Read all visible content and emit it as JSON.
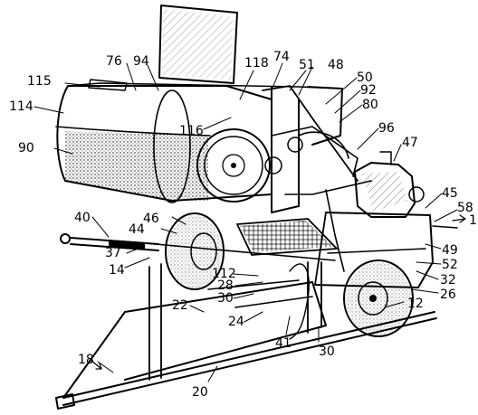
{
  "figure": {
    "labels": [
      {
        "id": "n115",
        "text": "115"
      },
      {
        "id": "n76",
        "text": "76"
      },
      {
        "id": "n94",
        "text": "94"
      },
      {
        "id": "n118",
        "text": "118"
      },
      {
        "id": "n74",
        "text": "74"
      },
      {
        "id": "n51",
        "text": "51"
      },
      {
        "id": "n48",
        "text": "48"
      },
      {
        "id": "n50",
        "text": "50"
      },
      {
        "id": "n92",
        "text": "92"
      },
      {
        "id": "n80",
        "text": "80"
      },
      {
        "id": "n114",
        "text": "114"
      },
      {
        "id": "n116",
        "text": "116"
      },
      {
        "id": "n96",
        "text": "96"
      },
      {
        "id": "n47",
        "text": "47"
      },
      {
        "id": "n90",
        "text": "90"
      },
      {
        "id": "n45",
        "text": "45"
      },
      {
        "id": "n58",
        "text": "58"
      },
      {
        "id": "n10",
        "text": "1"
      },
      {
        "id": "n40",
        "text": "40"
      },
      {
        "id": "n46",
        "text": "46"
      },
      {
        "id": "n44",
        "text": "44"
      },
      {
        "id": "n49",
        "text": "49"
      },
      {
        "id": "n52",
        "text": "52"
      },
      {
        "id": "n37",
        "text": "37"
      },
      {
        "id": "n14",
        "text": "14"
      },
      {
        "id": "n112",
        "text": "112"
      },
      {
        "id": "n28",
        "text": "28"
      },
      {
        "id": "n30a",
        "text": "30"
      },
      {
        "id": "n32",
        "text": "32"
      },
      {
        "id": "n26",
        "text": "26"
      },
      {
        "id": "n22",
        "text": "22"
      },
      {
        "id": "n24",
        "text": "24"
      },
      {
        "id": "n12",
        "text": "12"
      },
      {
        "id": "n41",
        "text": "41"
      },
      {
        "id": "n30b",
        "text": "30"
      },
      {
        "id": "n18",
        "text": "18"
      },
      {
        "id": "n20",
        "text": "20"
      }
    ]
  }
}
